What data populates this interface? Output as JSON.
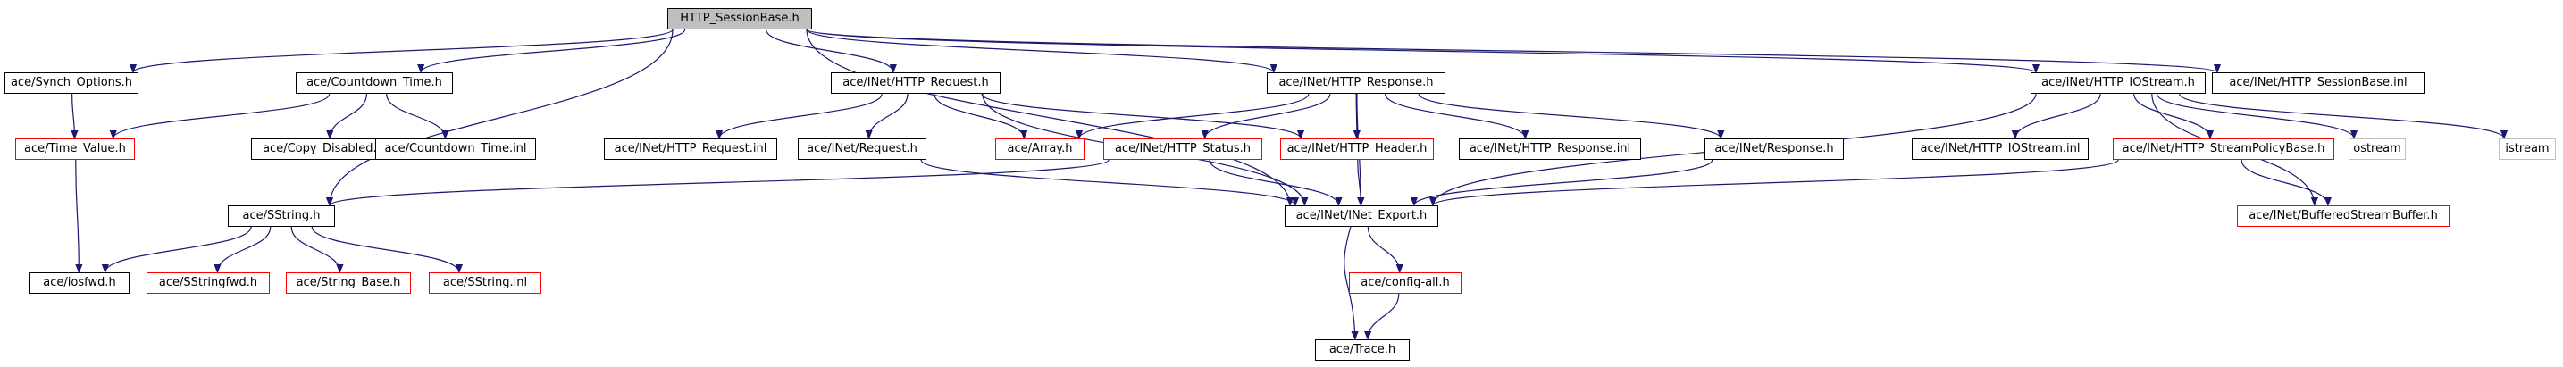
{
  "style": {
    "edge_color": "#191970",
    "root_fill": "#bfbfbf",
    "missing_border": "#ff0000",
    "external_border": "#c0c0c0"
  },
  "nodes": {
    "root": "HTTP_SessionBase.h",
    "synch_options": "ace/Synch_Options.h",
    "countdown_time": "ace/Countdown_Time.h",
    "http_request": "ace/INet/HTTP_Request.h",
    "http_response": "ace/INet/HTTP_Response.h",
    "http_iostream": "ace/INet/HTTP_IOStream.h",
    "session_inl": "ace/INet/HTTP_SessionBase.inl",
    "time_value": "ace/Time_Value.h",
    "copy_disabled": "ace/Copy_Disabled.h",
    "countdown_inl": "ace/Countdown_Time.inl",
    "request_inl": "ace/INet/HTTP_Request.inl",
    "inet_request": "ace/INet/Request.h",
    "array": "ace/Array.h",
    "http_status": "ace/INet/HTTP_Status.h",
    "http_header": "ace/INet/HTTP_Header.h",
    "response_inl": "ace/INet/HTTP_Response.inl",
    "inet_response": "ace/INet/Response.h",
    "iostream_inl": "ace/INet/HTTP_IOStream.inl",
    "stream_policy": "ace/INet/HTTP_StreamPolicyBase.h",
    "ostream": "ostream",
    "istream": "istream",
    "sstring": "ace/SString.h",
    "inet_export": "ace/INet/INet_Export.h",
    "buffered": "ace/INet/BufferedStreamBuffer.h",
    "iosfwd": "ace/iosfwd.h",
    "sstringfwd": "ace/SStringfwd.h",
    "string_base": "ace/String_Base.h",
    "sstring_inl": "ace/SString.inl",
    "config_all": "ace/config-all.h",
    "trace": "ace/Trace.h"
  }
}
